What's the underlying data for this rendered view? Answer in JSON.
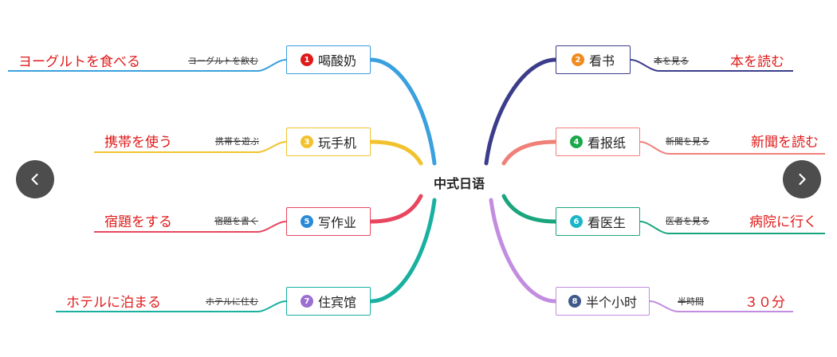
{
  "center": {
    "label": "中式日语"
  },
  "branches": [
    {
      "num": "1",
      "label": "喝酸奶",
      "wrong": "ヨーグルトを飲む",
      "correct": "ヨーグルトを食べる",
      "color": "#3aa0de",
      "badge_color": "#e01a1a"
    },
    {
      "num": "2",
      "label": "看书",
      "wrong": "本を見る",
      "correct": "本を読む",
      "color": "#3c3d8a",
      "badge_color": "#f08a1c"
    },
    {
      "num": "3",
      "label": "玩手机",
      "wrong": "携帯を遊ぶ",
      "correct": "携帯を使う",
      "color": "#f2c22e",
      "badge_color": "#f2c22e"
    },
    {
      "num": "4",
      "label": "看报纸",
      "wrong": "新聞を見る",
      "correct": "新聞を読む",
      "color": "#f07f78",
      "badge_color": "#1aa84c"
    },
    {
      "num": "5",
      "label": "写作业",
      "wrong": "宿題を書く",
      "correct": "宿題をする",
      "color": "#e8465f",
      "badge_color": "#2b8ad6"
    },
    {
      "num": "6",
      "label": "看医生",
      "wrong": "医者を見る",
      "correct": "病院に行く",
      "color": "#1aa57e",
      "badge_color": "#1ab5c8"
    },
    {
      "num": "7",
      "label": "住宾馆",
      "wrong": "ホテルに住む",
      "correct": "ホテルに泊まる",
      "color": "#19b0a0",
      "badge_color": "#9b6fd0"
    },
    {
      "num": "8",
      "label": "半个小时",
      "wrong": "半時間",
      "correct": "３０分",
      "color": "#c28de0",
      "badge_color": "#3f5a8a"
    }
  ],
  "colors": {
    "correct_text": "#e01a1a",
    "nav_button": "#4d4d4d"
  },
  "nav": {
    "prev_icon": "chevron-left-icon",
    "next_icon": "chevron-right-icon"
  }
}
